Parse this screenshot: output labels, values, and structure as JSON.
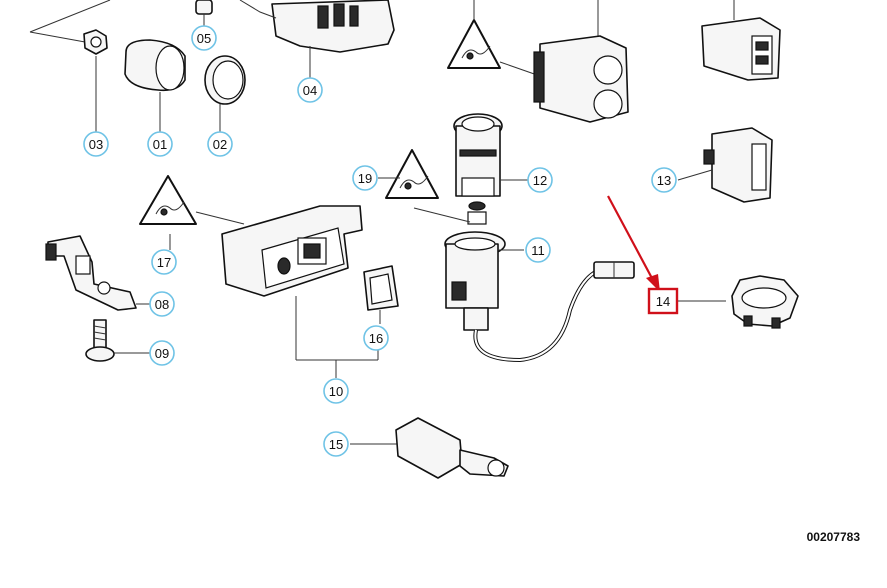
{
  "callouts": [
    {
      "id": "c01",
      "label": "01"
    },
    {
      "id": "c02",
      "label": "02"
    },
    {
      "id": "c03",
      "label": "03"
    },
    {
      "id": "c04",
      "label": "04"
    },
    {
      "id": "c05",
      "label": "05"
    },
    {
      "id": "c08",
      "label": "08"
    },
    {
      "id": "c09",
      "label": "09"
    },
    {
      "id": "c10",
      "label": "10"
    },
    {
      "id": "c11",
      "label": "11"
    },
    {
      "id": "c12",
      "label": "12"
    },
    {
      "id": "c13",
      "label": "13"
    },
    {
      "id": "c15",
      "label": "15"
    },
    {
      "id": "c16",
      "label": "16"
    },
    {
      "id": "c17",
      "label": "17"
    },
    {
      "id": "c19",
      "label": "19"
    }
  ],
  "highlighted_callout": {
    "label": "14"
  },
  "reference_number": "00207783",
  "colors": {
    "callout_ring": "#6fc3e6",
    "highlight": "#d0101a",
    "line": "#111111"
  }
}
